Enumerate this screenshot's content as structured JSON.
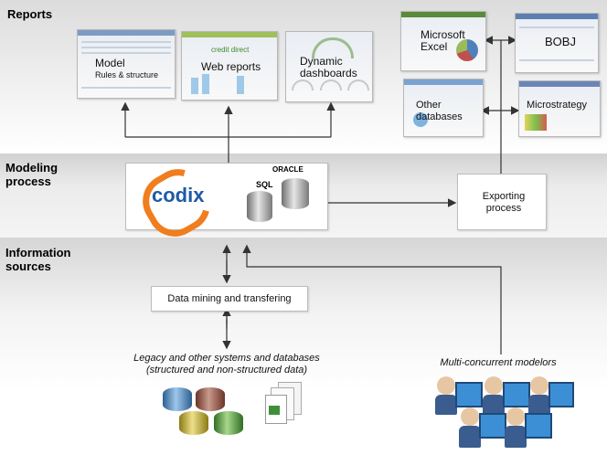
{
  "sections": {
    "reports": "Reports",
    "modeling": "Modeling process",
    "info": "Information sources"
  },
  "reports": {
    "model_title": "Model",
    "model_sub": "Rules & structure",
    "web_reports": "Web reports",
    "web_brand": "credit direct",
    "dashboards": "Dynamic dashboards",
    "excel": "Microsoft Excel",
    "bobj": "BOBJ",
    "other_db": "Other databases",
    "microstrategy": "Microstrategy"
  },
  "modeling": {
    "logo": "codix",
    "sql": "SQL",
    "oracle": "ORACLE",
    "exporting": "Exporting process"
  },
  "sources": {
    "mining": "Data mining and transfering",
    "legacy": "Legacy and other systems and databases (structured and non-structured data)",
    "modelors": "Multi-concurrent modelors"
  },
  "colors": {
    "codix_orange": "#f07d1e",
    "codix_blue": "#1f5aa5",
    "line": "#333333"
  }
}
